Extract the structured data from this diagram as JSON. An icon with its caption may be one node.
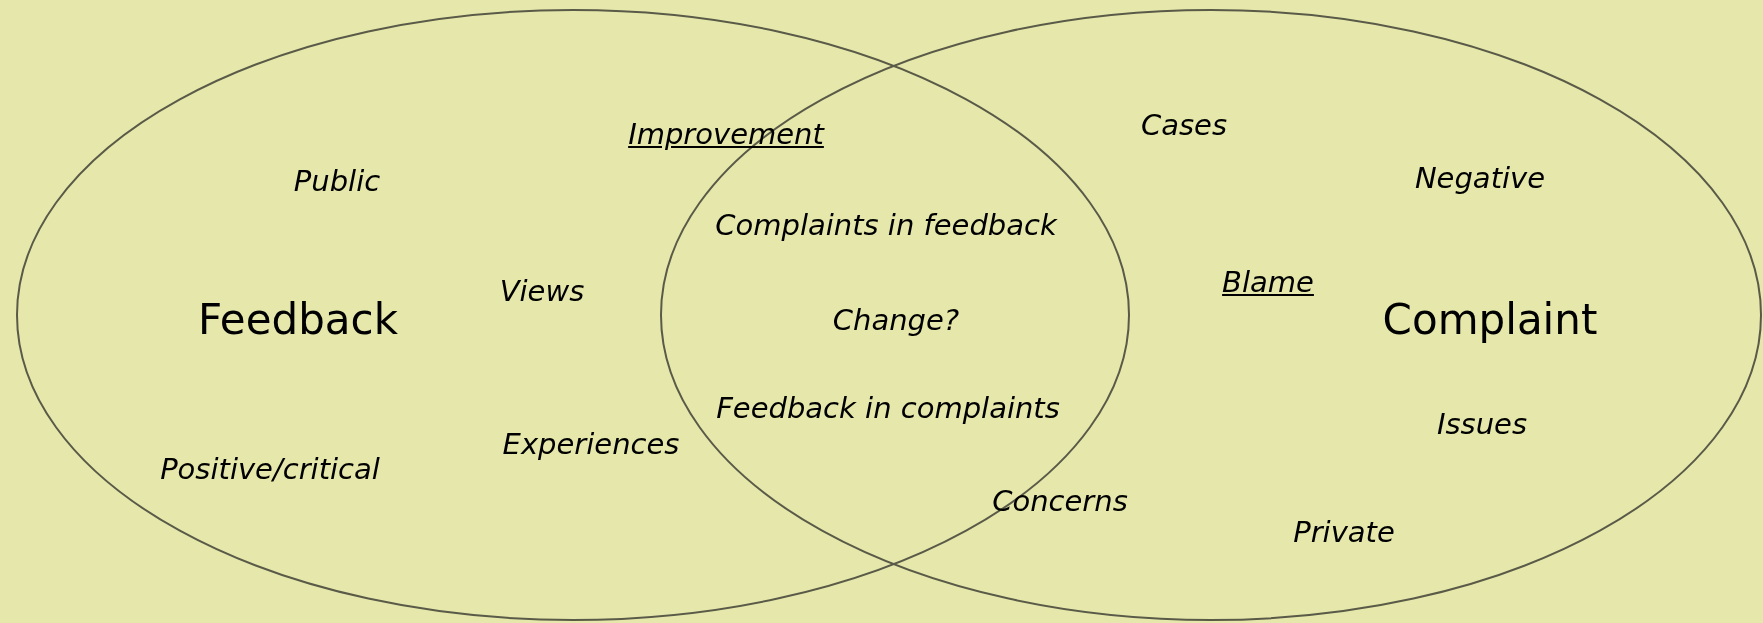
{
  "diagram": {
    "nodes": [
      {
        "text": [
          "Feedback"
        ]
      },
      {
        "text": [
          "Complaint"
        ]
      }
    ],
    "labels": [
      "Cases",
      "Improvement",
      "Negative",
      "Public",
      "Complaints in feedback",
      "Blame",
      "Views",
      "Change?",
      "Feedback in complaints",
      "Issues",
      "Experiences",
      "Positive/critical",
      "Concerns",
      "Private"
    ]
  }
}
